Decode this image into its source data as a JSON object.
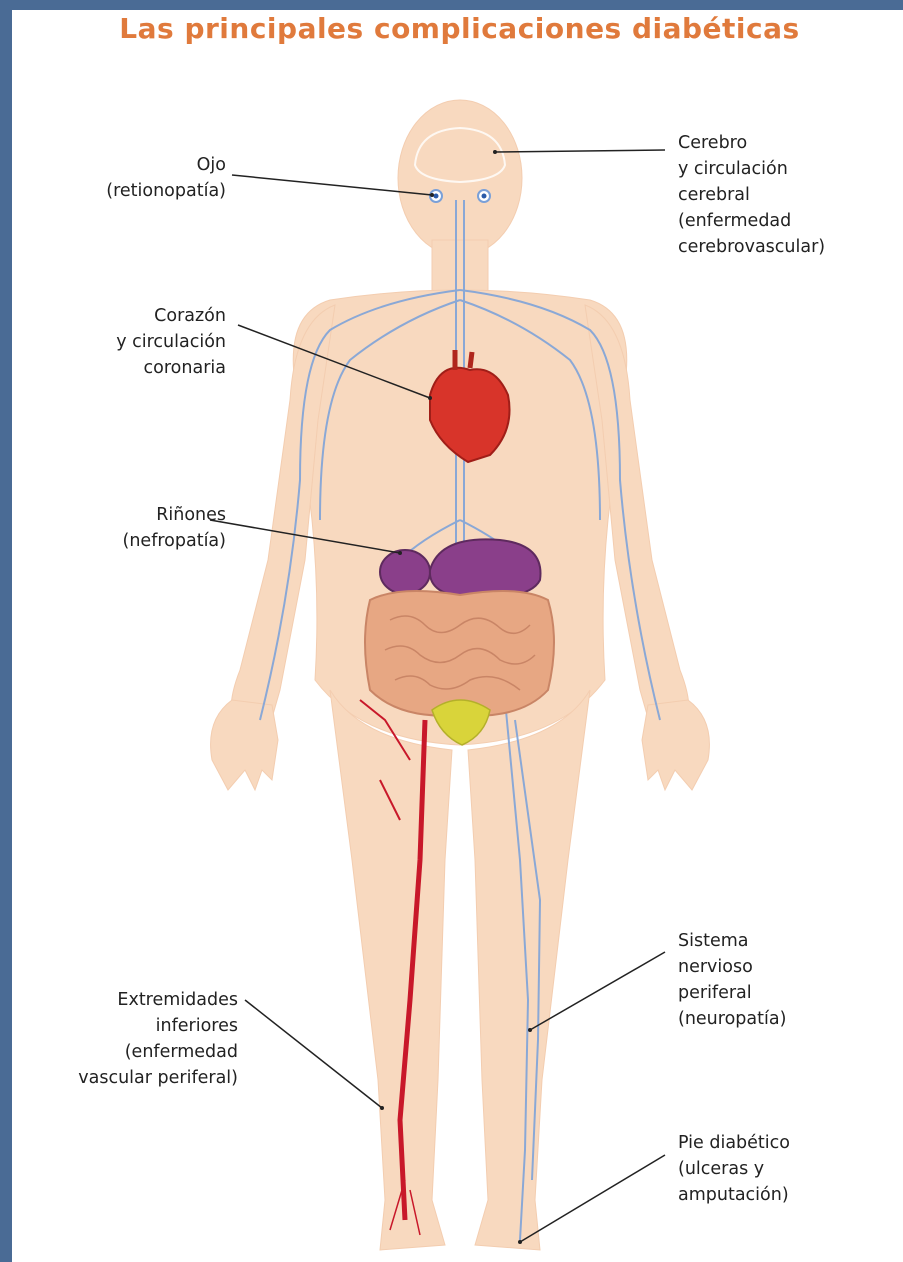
{
  "title": "Las principales complicaciones diabéticas",
  "labels": {
    "ojo": [
      "Ojo",
      "(retionopatía)"
    ],
    "cerebro": [
      "Cerebro",
      "y circulación",
      "cerebral",
      "(enfermedad",
      "cerebrovascular)"
    ],
    "corazon": [
      "Corazón",
      "y circulación",
      "coronaria"
    ],
    "rinones": [
      "Riñones",
      "(nefropatía)"
    ],
    "extremidades": [
      "Extremidades",
      "inferiores",
      "(enfermedad",
      "vascular periferal)"
    ],
    "sistema": [
      "Sistema",
      "nervioso",
      "periferal",
      "(neuropatía)"
    ],
    "pie": [
      "Pie diabético",
      "(ulceras y",
      "amputación)"
    ]
  },
  "colors": {
    "background_frame": "#4a6b95",
    "title": "#e07a3c",
    "skin": "#f8d9bf",
    "nerve": "#8aa8d6",
    "artery": "#c8182a",
    "heart": "#d8342a",
    "kidney": "#8a3f8a",
    "intestine": "#e7a783",
    "bladder": "#d9d43a"
  }
}
